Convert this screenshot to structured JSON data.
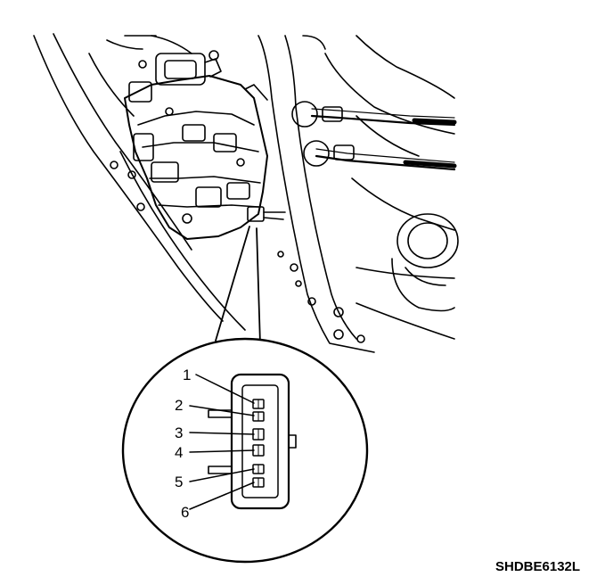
{
  "figure": {
    "pins": [
      {
        "number": "1"
      },
      {
        "number": "2"
      },
      {
        "number": "3"
      },
      {
        "number": "4"
      },
      {
        "number": "5"
      },
      {
        "number": "6"
      }
    ],
    "figure_code": "SHDBE6132L",
    "colors": {
      "line": "#000000",
      "background": "#ffffff"
    }
  }
}
